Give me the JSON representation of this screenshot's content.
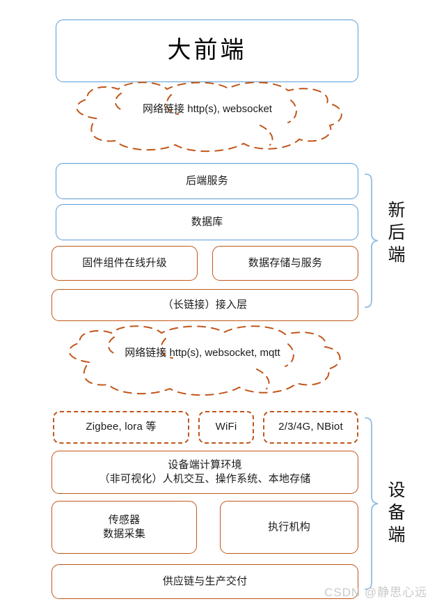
{
  "diagram": {
    "title_box": {
      "label": "大前端"
    },
    "clouds": [
      {
        "name": "upper-network-cloud",
        "line1": "网络链接",
        "line2": "http(s), websocket"
      },
      {
        "name": "lower-network-cloud",
        "line1": "网络链接",
        "line2": "http(s), websocket, mqtt"
      }
    ],
    "backend": {
      "bracket_label": "新后端",
      "boxes": [
        {
          "name": "backend-service",
          "label": "后端服务",
          "style": "blue"
        },
        {
          "name": "database",
          "label": "数据库",
          "style": "blue"
        },
        {
          "name": "firmware-ota",
          "label": "固件组件在线升级",
          "style": "orange"
        },
        {
          "name": "data-storage-service",
          "label": "数据存储与服务",
          "style": "orange"
        },
        {
          "name": "long-connection-access-layer",
          "label": "（长链接）接入层",
          "style": "orange"
        }
      ]
    },
    "device": {
      "bracket_label": "设备端",
      "connectivity": [
        {
          "name": "zigbee-lora",
          "label": "Zigbee, lora 等"
        },
        {
          "name": "wifi",
          "label": "WiFi"
        },
        {
          "name": "cellular",
          "label": "2/3/4G, NBiot"
        }
      ],
      "compute_env": {
        "name": "device-compute-environment",
        "line1": "设备端计算环境",
        "line2": "（非可视化）人机交互、操作系统、本地存储"
      },
      "sensor": {
        "name": "sensor-acquisition",
        "line1": "传感器",
        "line2": "数据采集"
      },
      "actuator": {
        "name": "actuator",
        "label": "执行机构"
      },
      "supply_chain": {
        "name": "supply-chain",
        "label": "供应链与生产交付"
      }
    },
    "watermark": {
      "text": "CSDN @静思心远"
    },
    "colors": {
      "blue": "#5B9BD5",
      "orange": "#C0561A",
      "brace_blue": "#8FBCE4",
      "text": "#1a1a1a",
      "watermark": "#c9c9c9",
      "background": "#ffffff"
    }
  }
}
